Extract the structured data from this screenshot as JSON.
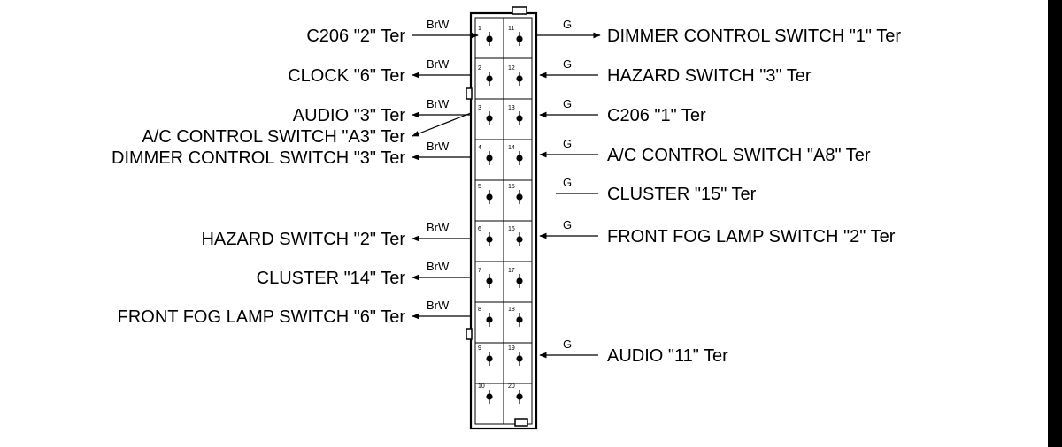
{
  "left_connections": [
    {
      "label": "C206 \"2\" Ter",
      "wire": "BrW",
      "pin": "1"
    },
    {
      "label": "CLOCK \"6\" Ter",
      "wire": "BrW",
      "pin": "2"
    },
    {
      "label": "AUDIO \"3\" Ter",
      "wire": "BrW",
      "pin": "3"
    },
    {
      "label": "A/C CONTROL SWITCH \"A3\" Ter",
      "wire": "",
      "pin": "3"
    },
    {
      "label": "DIMMER CONTROL SWITCH \"3\" Ter",
      "wire": "BrW",
      "pin": "4"
    },
    {
      "label": "HAZARD SWITCH \"2\" Ter",
      "wire": "BrW",
      "pin": "6"
    },
    {
      "label": "CLUSTER \"14\" Ter",
      "wire": "BrW",
      "pin": "7"
    },
    {
      "label": "FRONT FOG LAMP SWITCH \"6\" Ter",
      "wire": "BrW",
      "pin": "8"
    }
  ],
  "right_connections": [
    {
      "label": "DIMMER CONTROL SWITCH \"1\" Ter",
      "wire": "G",
      "pin": "11"
    },
    {
      "label": "HAZARD SWITCH \"3\" Ter",
      "wire": "G",
      "pin": "12"
    },
    {
      "label": "C206 \"1\" Ter",
      "wire": "G",
      "pin": "13"
    },
    {
      "label": "A/C CONTROL SWITCH \"A8\" Ter",
      "wire": "G",
      "pin": "14"
    },
    {
      "label": "CLUSTER \"15\" Ter",
      "wire": "G",
      "pin": "15"
    },
    {
      "label": "FRONT FOG LAMP SWITCH \"2\" Ter",
      "wire": "G",
      "pin": "16"
    },
    {
      "label": "AUDIO \"11\" Ter",
      "wire": "G",
      "pin": "19"
    }
  ],
  "connector_pins": {
    "left": [
      "1",
      "2",
      "3",
      "4",
      "5",
      "6",
      "7",
      "8",
      "9",
      "10"
    ],
    "right": [
      "11",
      "12",
      "13",
      "14",
      "15",
      "16",
      "17",
      "18",
      "19",
      "20"
    ]
  }
}
